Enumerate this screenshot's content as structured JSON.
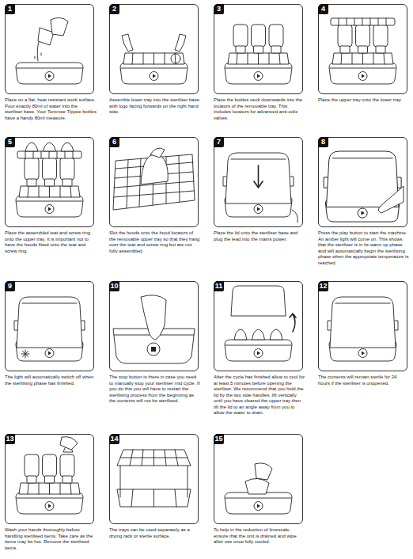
{
  "diagram": {
    "nodes": [
      {
        "text": [
          "1",
          "Place on a flat, heat resistant work surface. Pour exactly 80ml of water into the steriliser base. Your Tommee Tippee bottles have a handy 80ml measure."
        ]
      },
      {
        "text": [
          "2",
          "Assemble lower tray into the steriliser base with logo facing forwards on the right hand side."
        ]
      },
      {
        "text": [
          "3",
          "Place the bottles neck downwards into the locators of the removable tray. This includes locators for advanced anti-colic valves."
        ]
      },
      {
        "text": [
          "4",
          "Place the upper tray onto the lower tray."
        ]
      },
      {
        "text": [
          "5",
          "Place the assembled teat and screw ring onto the upper tray. It is important not to have the hoods fitted onto the teat and screw ring."
        ]
      },
      {
        "text": [
          "6",
          "Slot the hoods onto the hood locators of the removable upper tray so that they hang over the teat and screw ring but are not fully assembled."
        ]
      },
      {
        "text": [
          "7",
          "Place the lid onto the steriliser base and plug the lead into the mains power."
        ]
      },
      {
        "text": [
          "8",
          "Press the play button to start the machine. An amber light will come on. This shows that the steriliser is in its warm up phase and will automatically begin the sterilising phase when the appropriate temperature is reached."
        ]
      },
      {
        "text": [
          "9",
          "The light will automatically switch off when the sterilising phase has finished."
        ]
      },
      {
        "text": [
          "10",
          "The stop button is there in case you need to manually stop your steriliser mid cycle. If you do this you will have to restart the sterilising process from the beginning as the contents will not be sterilised."
        ]
      },
      {
        "text": [
          "11",
          "After the cycle has finished allow to cool for at least 5 minutes before opening the steriliser. We recommend that you hold the lid by the two side handles, lift vertically until you have cleared the upper tray then tilt the lid to an angle away from you to allow the water to drain."
        ]
      },
      {
        "text": [
          "12",
          "The contents will remain sterile for 24 hours if the steriliser is unopened."
        ]
      },
      {
        "text": [
          "13",
          "Wash your hands thoroughly before handling sterilised items. Take care as the items may be hot. Remove the sterilised items."
        ]
      },
      {
        "text": [
          "14",
          "The trays can be used separately as a drying rack or sterile surface."
        ]
      },
      {
        "text": [
          "15",
          "To help in the reduction of limescale, ensure that the unit is drained and wipe after use once fully cooled."
        ]
      }
    ]
  }
}
